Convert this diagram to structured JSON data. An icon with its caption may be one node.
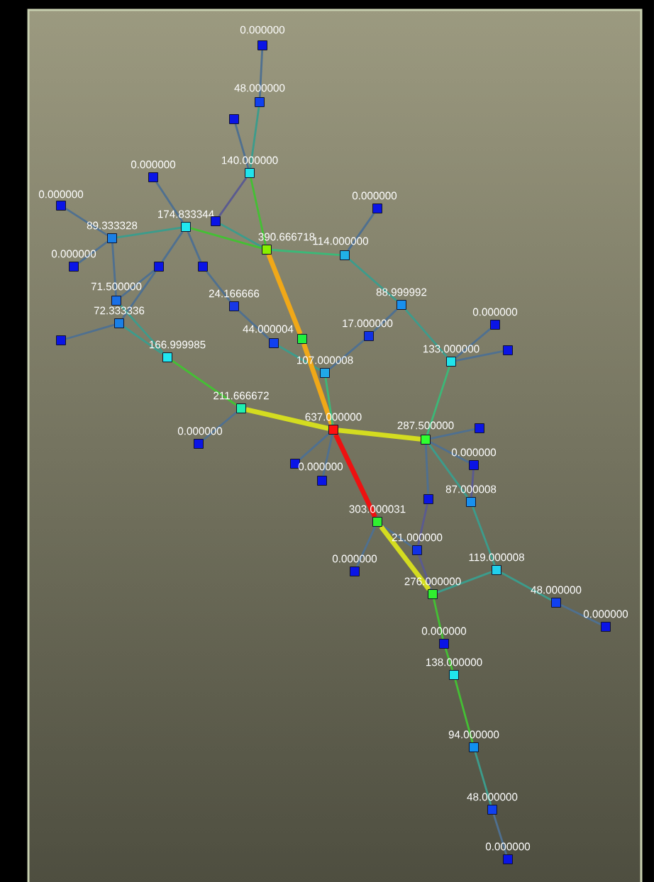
{
  "diagram": {
    "nodes": [
      {
        "text": [
          "0.000000"
        ]
      },
      {
        "text": [
          "48.000000"
        ]
      },
      {
        "text": [],
        "shape": "box"
      },
      {
        "text": [
          "140.000000"
        ]
      },
      {
        "text": [
          "0.000000"
        ]
      },
      {
        "text": [
          "0.000000"
        ]
      },
      {
        "text": [
          "174.833344"
        ]
      },
      {
        "text": [],
        "shape": "box"
      },
      {
        "text": [
          "89.333328"
        ]
      },
      {
        "text": [
          "390.666718"
        ]
      },
      {
        "text": [
          "114.000000"
        ]
      },
      {
        "text": [
          "0.000000"
        ]
      },
      {
        "text": [
          "0.000000"
        ]
      },
      {
        "text": [],
        "shape": "box"
      },
      {
        "text": [],
        "shape": "box"
      },
      {
        "text": [
          "71.500000"
        ]
      },
      {
        "text": [
          "24.166666"
        ]
      },
      {
        "text": [
          "72.333336"
        ]
      },
      {
        "text": [],
        "shape": "box"
      },
      {
        "text": [
          "166.999985"
        ]
      },
      {
        "text": [
          "88.999992"
        ]
      },
      {
        "text": [
          "44.000004"
        ]
      },
      {
        "text": [],
        "shape": "box"
      },
      {
        "text": [
          "17.000000"
        ]
      },
      {
        "text": [
          "107.000008"
        ]
      },
      {
        "text": [
          "0.000000"
        ]
      },
      {
        "text": [],
        "shape": "box"
      },
      {
        "text": [
          "133.000000"
        ]
      },
      {
        "text": [
          "211.666672"
        ]
      },
      {
        "text": [
          "0.000000"
        ]
      },
      {
        "text": [
          "637.000000"
        ]
      },
      {
        "text": [],
        "shape": "box"
      },
      {
        "text": [
          "0.000000"
        ]
      },
      {
        "text": [
          "287.500000"
        ]
      },
      {
        "text": [],
        "shape": "box"
      },
      {
        "text": [
          "0.000000"
        ]
      },
      {
        "text": [],
        "shape": "box"
      },
      {
        "text": [
          "87.000008"
        ]
      },
      {
        "text": [
          "303.000031"
        ]
      },
      {
        "text": [
          "21.000000"
        ]
      },
      {
        "text": [
          "0.000000"
        ]
      },
      {
        "text": [
          "119.000008"
        ]
      },
      {
        "text": [
          "276.000000"
        ]
      },
      {
        "text": [
          "48.000000"
        ]
      },
      {
        "text": [
          "0.000000"
        ]
      },
      {
        "text": [
          "0.000000"
        ]
      },
      {
        "text": [
          "138.000000"
        ]
      },
      {
        "text": [
          "94.000000"
        ]
      },
      {
        "text": [
          "48.000000"
        ]
      },
      {
        "text": [
          "0.000000"
        ]
      }
    ],
    "edges": [
      {
        "from": 0,
        "to": 1,
        "arrow": "none"
      },
      {
        "from": 1,
        "to": 3,
        "arrow": "none",
        "color": "#3c9c8c"
      },
      {
        "from": 2,
        "to": 3,
        "arrow": "none"
      },
      {
        "from": 3,
        "to": 9,
        "arrow": "none",
        "color": "#44c034"
      },
      {
        "from": 3,
        "to": 7,
        "arrow": "none",
        "color": "#5a5a90"
      },
      {
        "from": 7,
        "to": 9,
        "arrow": "none",
        "color": "#3c9c8c"
      },
      {
        "from": 4,
        "to": 6,
        "arrow": "none"
      },
      {
        "from": 6,
        "to": 14,
        "arrow": "none"
      },
      {
        "from": 6,
        "to": 13,
        "arrow": "none"
      },
      {
        "from": 8,
        "to": 6,
        "arrow": "none",
        "color": "#3c9c8c"
      },
      {
        "from": 6,
        "to": 9,
        "arrow": "none",
        "color": "#44c034"
      },
      {
        "from": 8,
        "to": 5,
        "arrow": "none"
      },
      {
        "from": 8,
        "to": 12,
        "arrow": "none"
      },
      {
        "from": 8,
        "to": 15,
        "arrow": "none"
      },
      {
        "from": 13,
        "to": 15,
        "arrow": "none"
      },
      {
        "from": 13,
        "to": 17,
        "arrow": "none"
      },
      {
        "from": 15,
        "to": 19,
        "arrow": "none",
        "color": "#3c9c8c"
      },
      {
        "from": 17,
        "to": 19,
        "arrow": "none",
        "color": "#3c9c8c"
      },
      {
        "from": 17,
        "to": 18,
        "arrow": "none"
      },
      {
        "from": 14,
        "to": 16,
        "arrow": "none"
      },
      {
        "from": 16,
        "to": 21,
        "arrow": "none"
      },
      {
        "from": 21,
        "to": 24,
        "arrow": "none",
        "color": "#3c9c8c"
      },
      {
        "from": 9,
        "to": 22,
        "arrow": "none",
        "style": "thick",
        "color": "#f0a818"
      },
      {
        "from": 22,
        "to": 30,
        "arrow": "none",
        "style": "thick",
        "color": "#f0a818"
      },
      {
        "from": 9,
        "to": 10,
        "arrow": "none",
        "color": "#3cb878"
      },
      {
        "from": 10,
        "to": 11,
        "arrow": "none"
      },
      {
        "from": 10,
        "to": 20,
        "arrow": "none",
        "color": "#3c9c8c"
      },
      {
        "from": 20,
        "to": 23,
        "arrow": "none"
      },
      {
        "from": 23,
        "to": 24,
        "arrow": "none"
      },
      {
        "from": 20,
        "to": 27,
        "arrow": "none",
        "color": "#3c9c8c"
      },
      {
        "from": 27,
        "to": 25,
        "arrow": "none"
      },
      {
        "from": 27,
        "to": 26,
        "arrow": "none"
      },
      {
        "from": 27,
        "to": 33,
        "arrow": "none",
        "color": "#3cb878"
      },
      {
        "from": 24,
        "to": 30,
        "arrow": "none",
        "color": "#3cb878"
      },
      {
        "from": 19,
        "to": 28,
        "arrow": "none",
        "color": "#44c034"
      },
      {
        "from": 28,
        "to": 29,
        "arrow": "none"
      },
      {
        "from": 28,
        "to": 30,
        "arrow": "none",
        "style": "thick",
        "color": "#d4dc20"
      },
      {
        "from": 30,
        "to": 31,
        "arrow": "none"
      },
      {
        "from": 30,
        "to": 32,
        "arrow": "none"
      },
      {
        "from": 30,
        "to": 38,
        "arrow": "none",
        "style": "thick",
        "color": "#ee1111"
      },
      {
        "from": 30,
        "to": 33,
        "arrow": "none",
        "style": "thick",
        "color": "#d4dc20"
      },
      {
        "from": 33,
        "to": 34,
        "arrow": "none"
      },
      {
        "from": 33,
        "to": 35,
        "arrow": "none"
      },
      {
        "from": 33,
        "to": 36,
        "arrow": "none"
      },
      {
        "from": 33,
        "to": 37,
        "arrow": "none",
        "color": "#3c9c8c"
      },
      {
        "from": 35,
        "to": 37,
        "arrow": "none",
        "color": "#5a5a90"
      },
      {
        "from": 36,
        "to": 39,
        "arrow": "none",
        "color": "#5a5a90"
      },
      {
        "from": 39,
        "to": 42,
        "arrow": "none",
        "color": "#5a5a90"
      },
      {
        "from": 37,
        "to": 41,
        "arrow": "none",
        "color": "#3c9c8c"
      },
      {
        "from": 41,
        "to": 42,
        "arrow": "none",
        "color": "#3c9c8c"
      },
      {
        "from": 41,
        "to": 43,
        "arrow": "none",
        "color": "#3c9c8c"
      },
      {
        "from": 43,
        "to": 44,
        "arrow": "none"
      },
      {
        "from": 38,
        "to": 39,
        "arrow": "none"
      },
      {
        "from": 38,
        "to": 40,
        "arrow": "none"
      },
      {
        "from": 38,
        "to": 42,
        "arrow": "none",
        "style": "thick",
        "color": "#d4dc20"
      },
      {
        "from": 42,
        "to": 45,
        "arrow": "none",
        "color": "#44c034"
      },
      {
        "from": 45,
        "to": 46,
        "arrow": "none",
        "color": "#44c034"
      },
      {
        "from": 46,
        "to": 47,
        "arrow": "none",
        "color": "#44c034"
      },
      {
        "from": 47,
        "to": 48,
        "arrow": "none",
        "color": "#3c9c8c"
      },
      {
        "from": 48,
        "to": 49,
        "arrow": "none"
      }
    ]
  }
}
